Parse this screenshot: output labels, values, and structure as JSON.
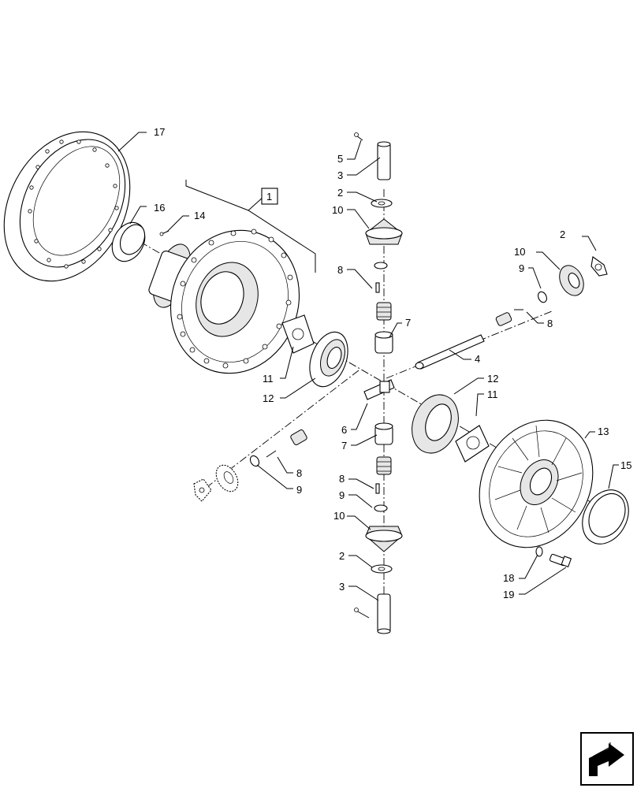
{
  "diagram": {
    "callouts": {
      "c1": "1",
      "c2_top": "2",
      "c2_right": "2",
      "c2_bottom": "2",
      "c3_top": "3",
      "c3_bottom": "3",
      "c4": "4",
      "c5": "5",
      "c6": "6",
      "c7_top": "7",
      "c7_bottom": "7",
      "c8_top": "8",
      "c8_right": "8",
      "c8_left": "8",
      "c8_bottom": "8",
      "c9_right": "9",
      "c9_left": "9",
      "c9_bottom": "9",
      "c10_top": "10",
      "c10_right": "10",
      "c10_bottom": "10",
      "c11_left": "11",
      "c11_right": "11",
      "c12_left": "12",
      "c12_right": "12",
      "c13": "13",
      "c14": "14",
      "c15": "15",
      "c16": "16",
      "c17": "17",
      "c18": "18",
      "c19": "19"
    },
    "nav_icon": "arrow-navigation-icon"
  }
}
